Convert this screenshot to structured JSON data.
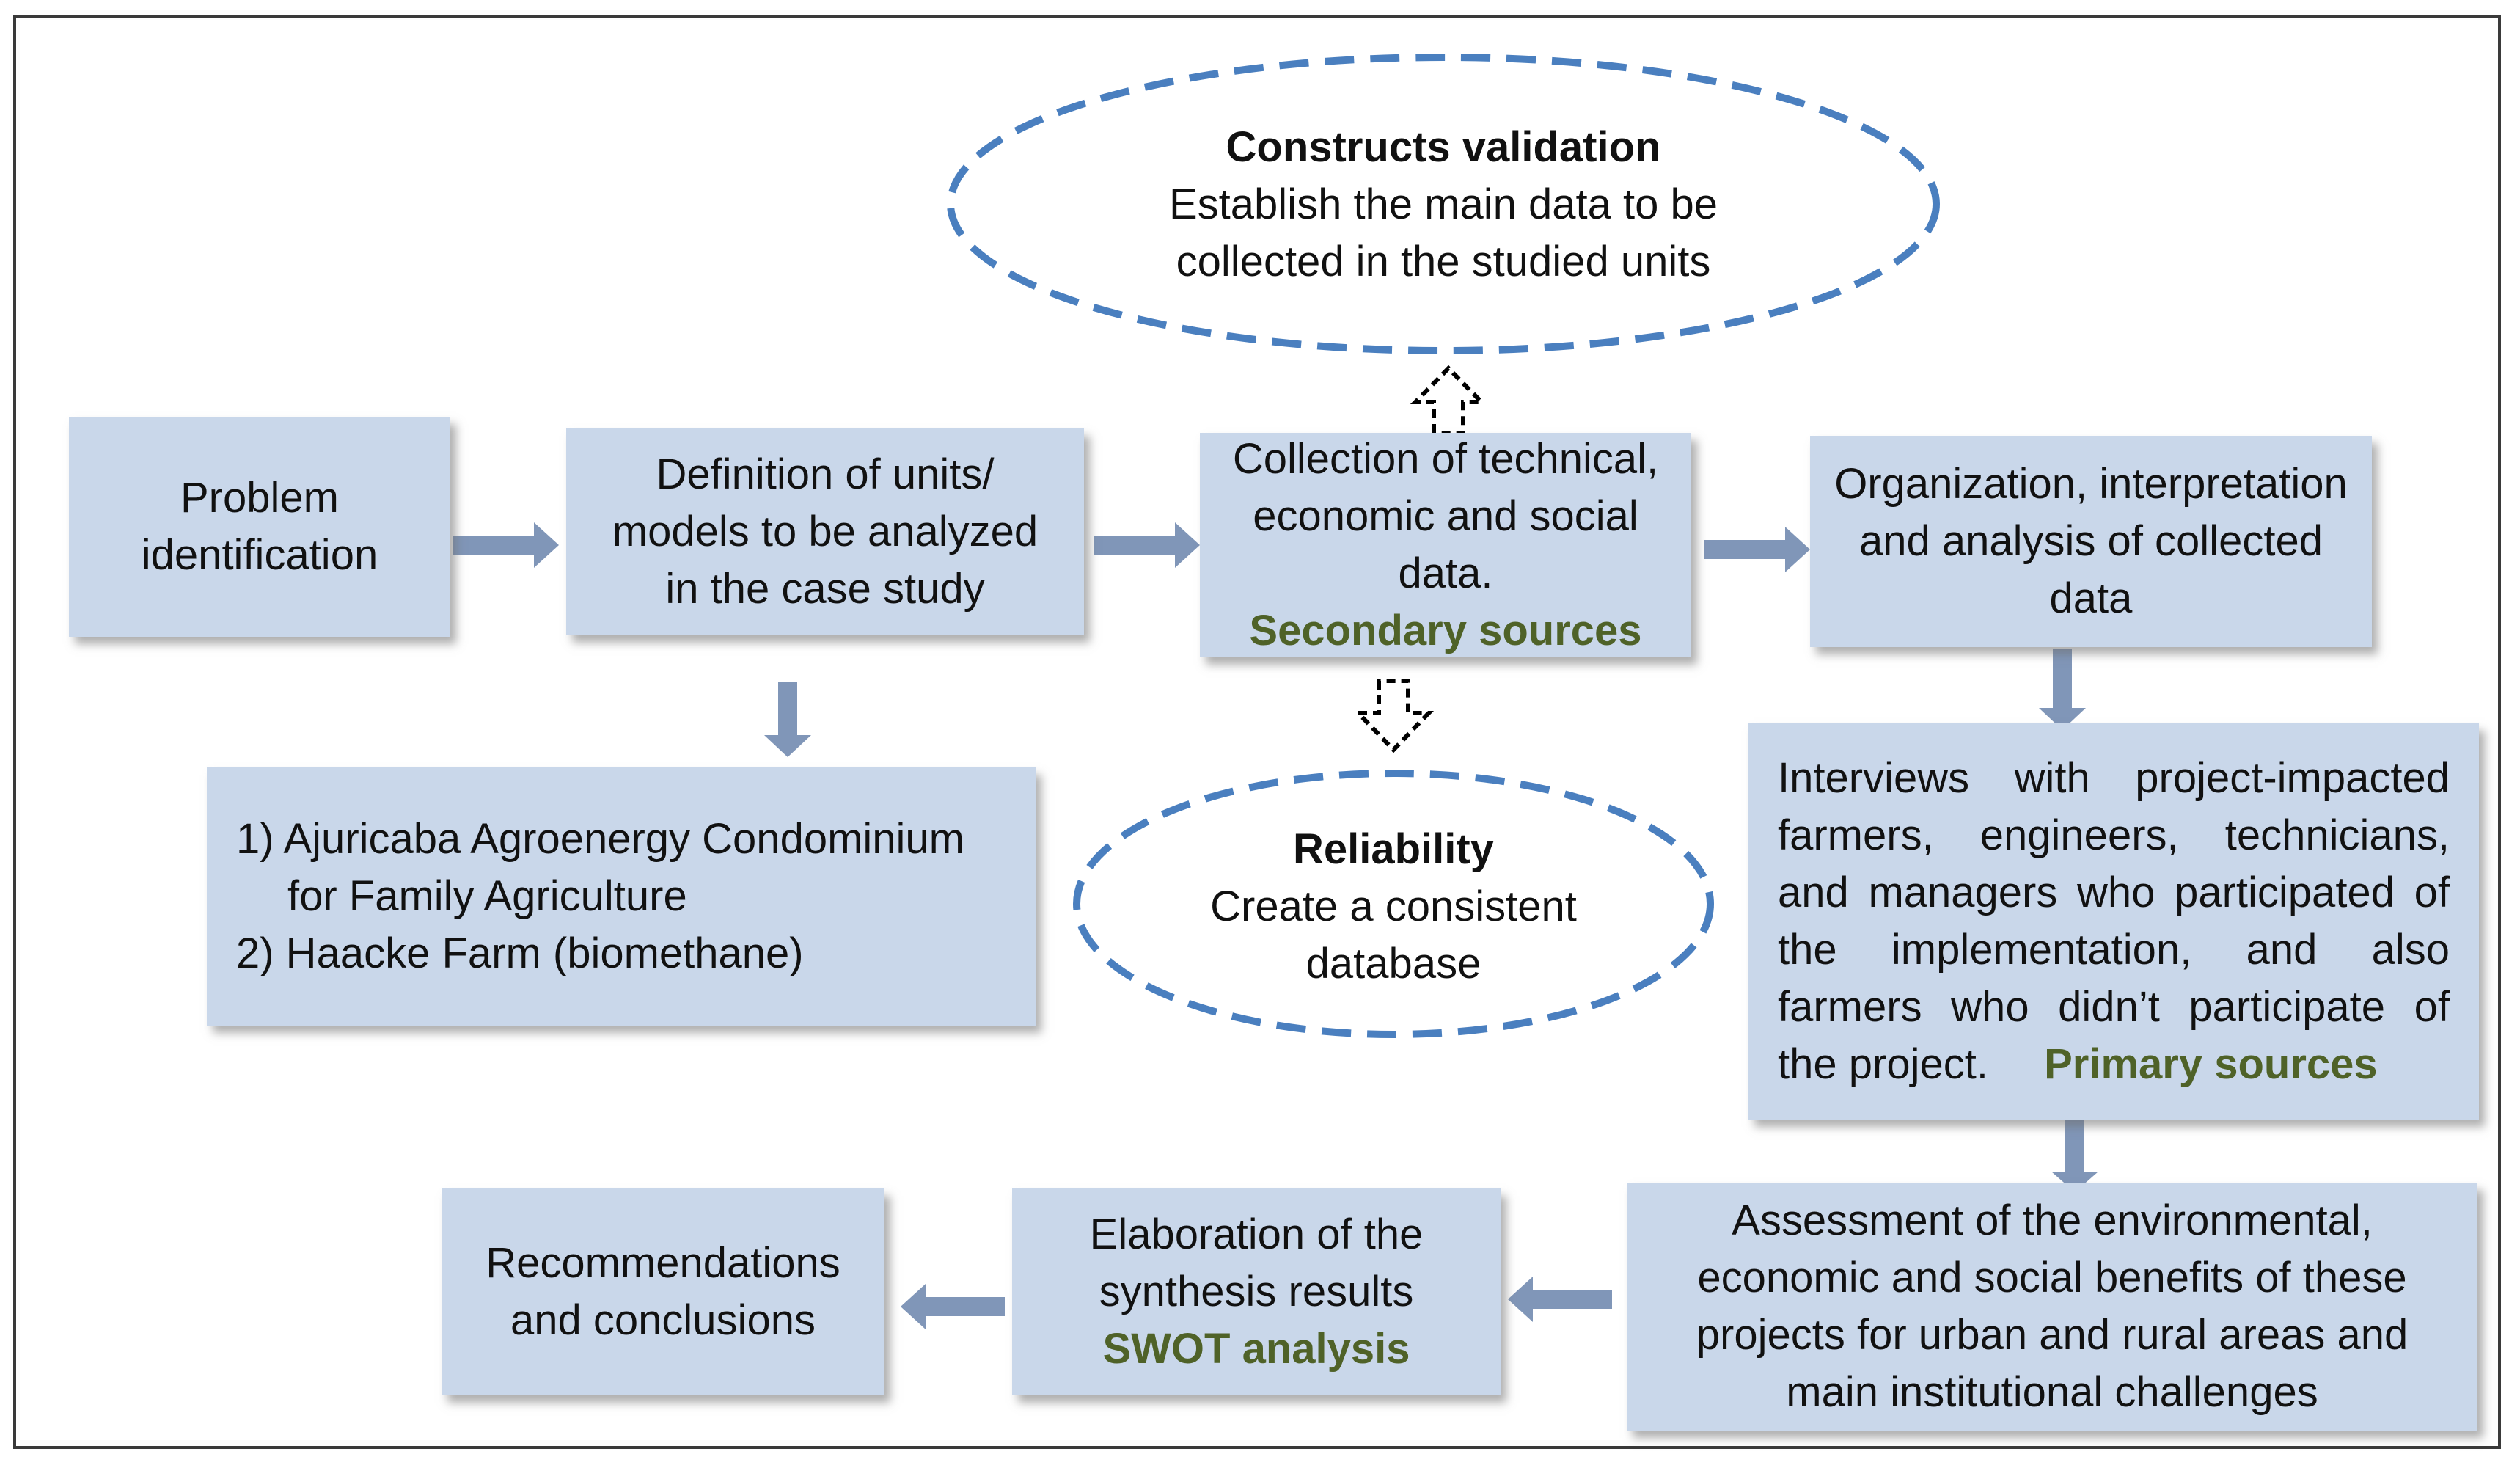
{
  "boxes": {
    "problem": "Problem identification",
    "definition": "Definition of units/ models to be analyzed in the case study",
    "collection": "Collection of technical, economic and social data.",
    "collection_source": "Secondary sources",
    "organization": "Organization, interpretation and analysis of collected data",
    "cases": [
      "1) Ajuricaba Agroenergy Condominium",
      "for Family Agriculture",
      "2) Haacke Farm (biomethane)"
    ],
    "interviews": "Interviews with project-impacted farmers, engineers, technicians, and managers who participated of the implementation, and also farmers who didn’t participate of the project.",
    "interviews_source": "Primary sources",
    "assessment": "Assessment of the environmental, economic and social benefits of these projects for urban and rural areas and main institutional challenges",
    "elaboration": "Elaboration of the synthesis results",
    "elaboration_source": "SWOT analysis",
    "recommendations": "Recommendations and conclusions"
  },
  "ovals": {
    "constructs_title": "Constructs validation",
    "constructs_text": "Establish the main data to be collected in the studied units",
    "reliability_title": "Reliability",
    "reliability_text": "Create a consistent database"
  },
  "colors": {
    "box_fill": "#c9d7ea",
    "arrow": "#8096b8",
    "dashed_oval": "#4a7fbf",
    "source_text": "#4f6228"
  }
}
